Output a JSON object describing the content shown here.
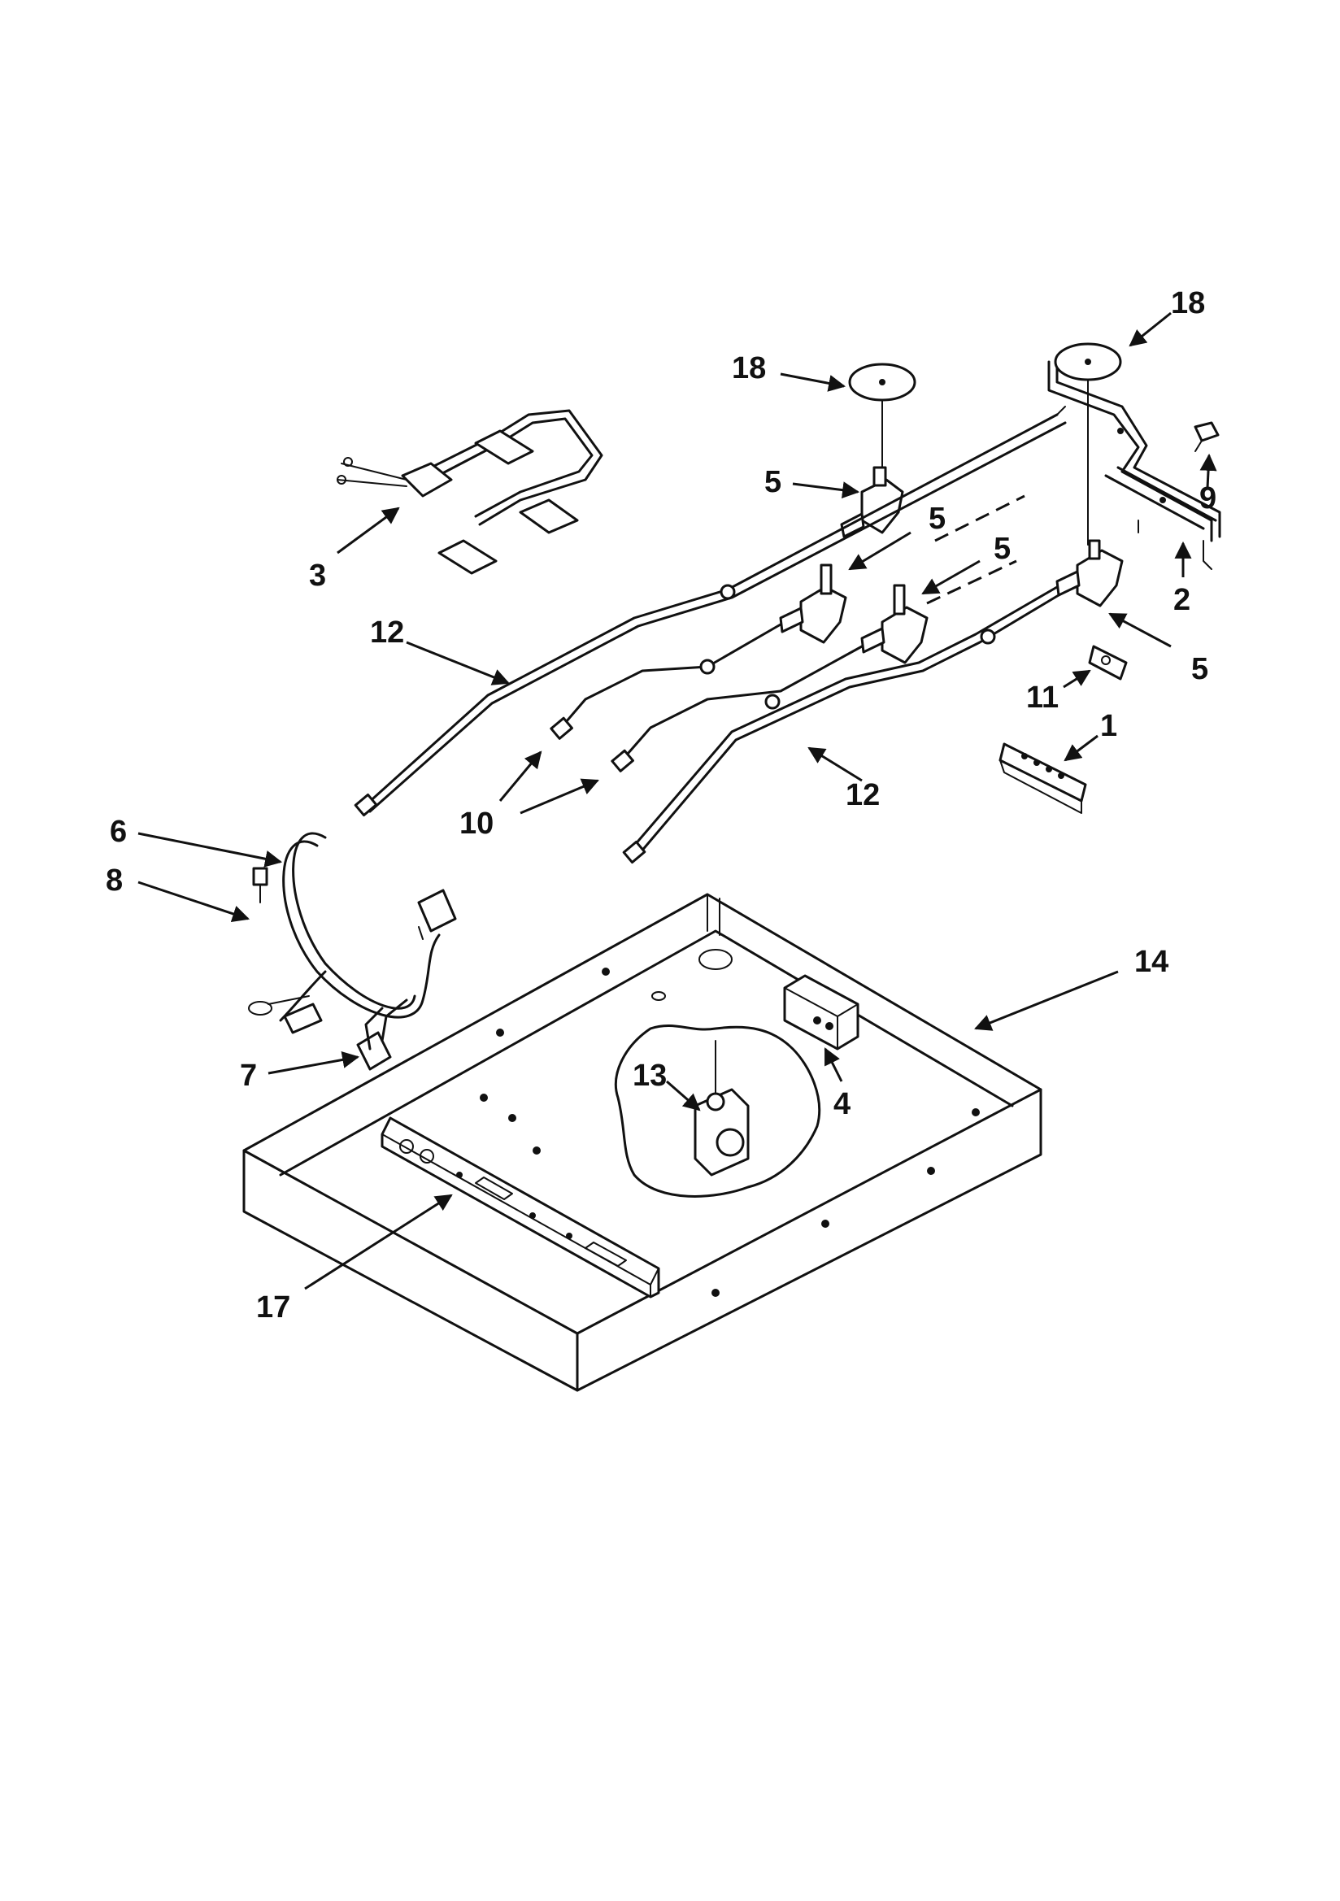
{
  "callouts": {
    "c1": "1",
    "c2": "2",
    "c3": "3",
    "c4": "4",
    "c5a": "5",
    "c5b": "5",
    "c5c": "5",
    "c5d": "5",
    "c6": "6",
    "c7": "7",
    "c8": "8",
    "c9": "9",
    "c10": "10",
    "c11": "11",
    "c12a": "12",
    "c12b": "12",
    "c13": "13",
    "c14": "14",
    "c17": "17",
    "c18a": "18",
    "c18b": "18"
  }
}
